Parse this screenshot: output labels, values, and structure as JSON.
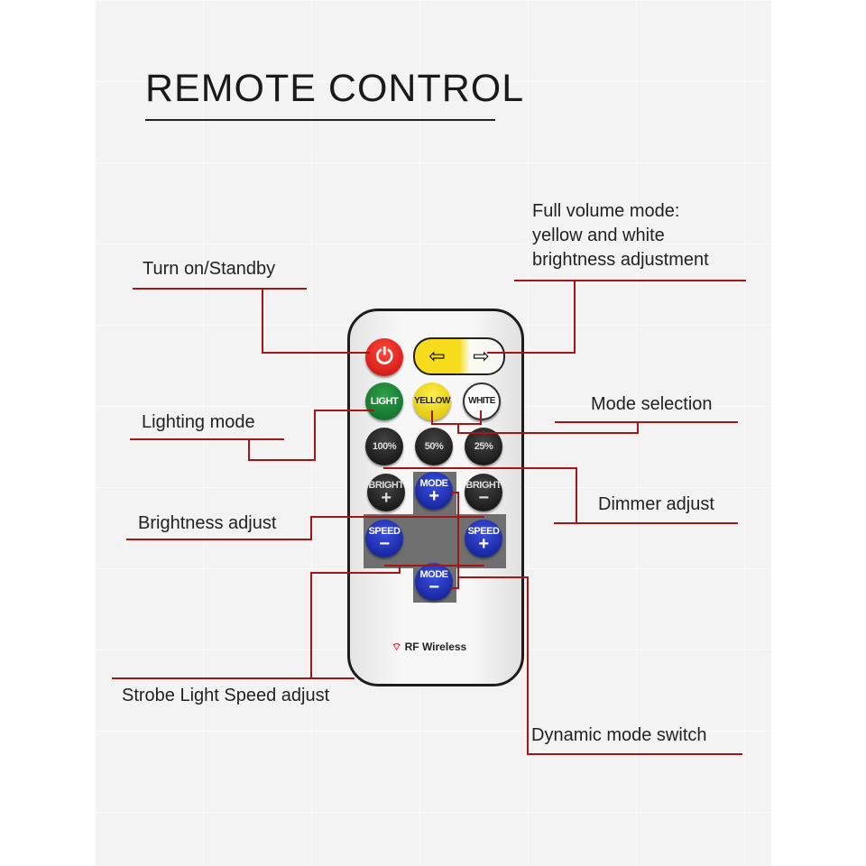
{
  "title": "REMOTE CONTROL",
  "labels": {
    "power": "Turn on/Standby",
    "full_volume": [
      "Full volume mode:",
      "yellow and white",
      "brightness adjustment"
    ],
    "lighting": "Lighting mode",
    "mode_selection": "Mode selection",
    "dimmer": "Dimmer adjust",
    "brightness": "Brightness adjust",
    "strobe": "Strobe Light Speed adjust",
    "dynamic": "Dynamic mode switch"
  },
  "remote": {
    "light": "LIGHT",
    "yellow": "YELLOW",
    "white": "WHITE",
    "p100": "100%",
    "p50": "50%",
    "p25": "25%",
    "bright": "BRIGHT",
    "mode": "MODE",
    "speed": "SPEED",
    "plus": "+",
    "minus": "−",
    "brand": "RF Wireless",
    "arrow_left": "⇦",
    "arrow_right": "⇨",
    "power_symbol": "⏻"
  },
  "colors": {
    "callout": "#a31616",
    "power": "#e11a1a",
    "light": "#1d8a34",
    "yellow": "#f4d80f",
    "blue": "#1a2bb8"
  }
}
